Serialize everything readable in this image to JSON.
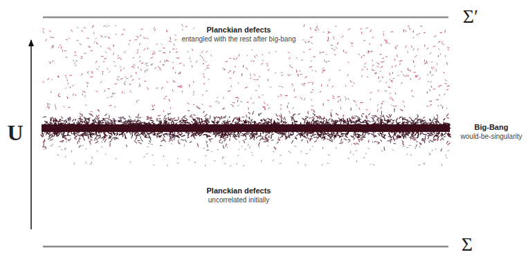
{
  "diagram": {
    "labels": [
      "Planckian defects",
      "entangled with the rest after big-bang",
      "Big-Bang",
      "would-be-singularity",
      "Planckian defects",
      "uncorrelated initially",
      "U",
      "Σ′",
      "Σ"
    ]
  }
}
